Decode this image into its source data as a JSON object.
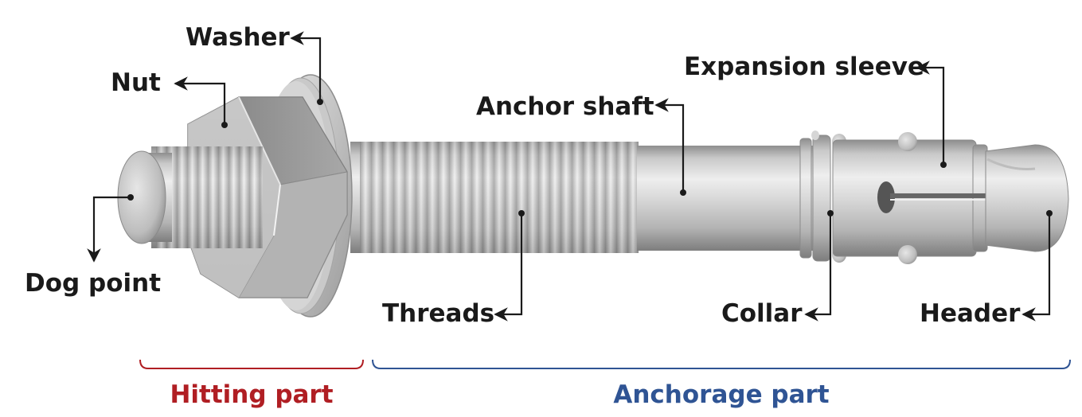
{
  "labels": {
    "washer": "Washer",
    "nut": "Nut",
    "dog_point": "Dog point",
    "threads": "Threads",
    "anchor_shaft": "Anchor shaft",
    "expansion_sleeve": "Expansion sleeve",
    "collar": "Collar",
    "header": "Header"
  },
  "groups": {
    "hitting": {
      "label": "Hitting part",
      "color": "#b01e23"
    },
    "anchorage": {
      "label": "Anchorage part",
      "color": "#2f5494"
    }
  }
}
